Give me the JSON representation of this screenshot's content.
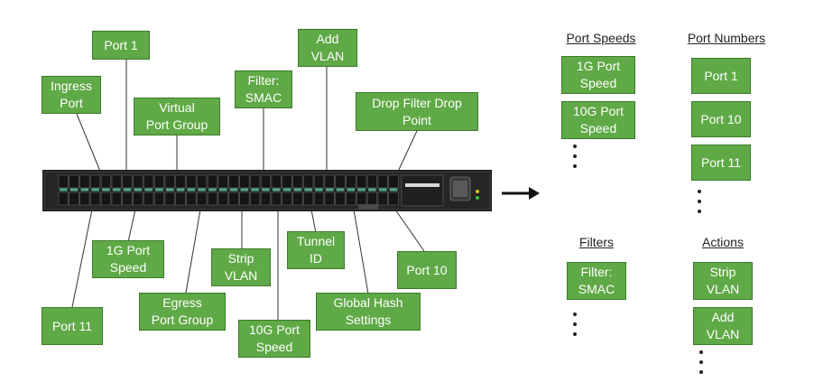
{
  "colors": {
    "box_fill": "#5fa946",
    "box_border": "#3d7a2b",
    "switch_body": "#1b1b1b",
    "port_accent": "#4fa88a"
  },
  "callouts": {
    "port1": "Port 1",
    "ingress_port": "Ingress\nPort",
    "virtual_port_group": "Virtual\nPort Group",
    "filter_smac": "Filter:\nSMAC",
    "add_vlan": "Add\nVLAN",
    "drop_filter_drop_point": "Drop Filter Drop\nPoint",
    "port_speed_1g": "1G Port\nSpeed",
    "egress_port_group": "Egress\nPort Group",
    "strip_vlan": "Strip\nVLAN",
    "tunnel_id": "Tunnel\nID",
    "port_speed_10g": "10G Port\nSpeed",
    "global_hash_settings": "Global Hash\nSettings",
    "port10": "Port 10",
    "port11": "Port 11"
  },
  "arrow_icon": "right-arrow-icon",
  "categories": {
    "port_speeds": {
      "title": "Port Speeds",
      "items": [
        "1G Port\nSpeed",
        "10G Port\nSpeed"
      ]
    },
    "port_numbers": {
      "title": "Port Numbers",
      "items": [
        "Port 1",
        "Port 10",
        "Port 11"
      ]
    },
    "filters": {
      "title": "Filters",
      "items": [
        "Filter:\nSMAC"
      ]
    },
    "actions": {
      "title": "Actions",
      "items": [
        "Strip\nVLAN",
        "Add\nVLAN"
      ]
    }
  }
}
